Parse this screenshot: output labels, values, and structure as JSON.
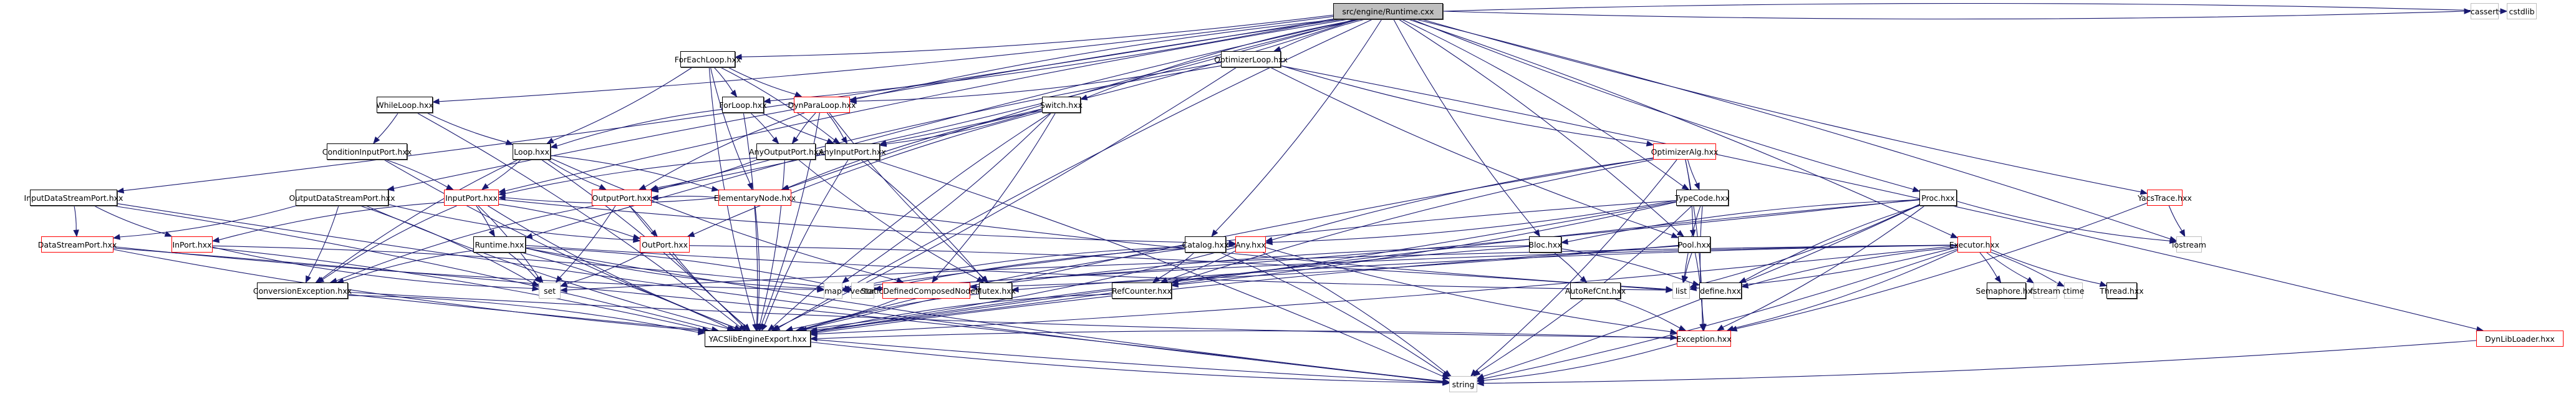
{
  "title": "src/engine/Runtime.cxx",
  "colors": {
    "edge": "#191970",
    "root_fill": "#bfbfbf",
    "red_border": "#ff0000",
    "system_border": "#bfbfbf"
  },
  "nodes": [
    {
      "id": "root",
      "label": "src/engine/Runtime.cxx",
      "kind": "root"
    },
    {
      "id": "ForEachLoop",
      "label": "ForEachLoop.hxx",
      "kind": "normal"
    },
    {
      "id": "OptimizerLoop",
      "label": "OptimizerLoop.hxx",
      "kind": "normal"
    },
    {
      "id": "WhileLoop",
      "label": "WhileLoop.hxx",
      "kind": "normal"
    },
    {
      "id": "ForLoop",
      "label": "ForLoop.hxx",
      "kind": "normal"
    },
    {
      "id": "DynParaLoop",
      "label": "DynParaLoop.hxx",
      "kind": "red"
    },
    {
      "id": "Switch",
      "label": "Switch.hxx",
      "kind": "normal"
    },
    {
      "id": "ConditionInputPort",
      "label": "ConditionInputPort.hxx",
      "kind": "normal"
    },
    {
      "id": "Loop",
      "label": "Loop.hxx",
      "kind": "normal"
    },
    {
      "id": "AnyOutputPort",
      "label": "AnyOutputPort.hxx",
      "kind": "normal"
    },
    {
      "id": "AnyInputPort",
      "label": "AnyInputPort.hxx",
      "kind": "normal"
    },
    {
      "id": "OptimizerAlg",
      "label": "OptimizerAlg.hxx",
      "kind": "red"
    },
    {
      "id": "InputDataStreamPort",
      "label": "InputDataStreamPort.hxx",
      "kind": "normal"
    },
    {
      "id": "OutputDataStreamPort",
      "label": "OutputDataStreamPort.hxx",
      "kind": "normal"
    },
    {
      "id": "InputPort",
      "label": "InputPort.hxx",
      "kind": "red"
    },
    {
      "id": "OutputPort",
      "label": "OutputPort.hxx",
      "kind": "red"
    },
    {
      "id": "ElementaryNode",
      "label": "ElementaryNode.hxx",
      "kind": "red"
    },
    {
      "id": "TypeCode",
      "label": "TypeCode.hxx",
      "kind": "normal"
    },
    {
      "id": "Proc",
      "label": "Proc.hxx",
      "kind": "normal"
    },
    {
      "id": "YacsTrace",
      "label": "YacsTrace.hxx",
      "kind": "red"
    },
    {
      "id": "DataStreamPort",
      "label": "DataStreamPort.hxx",
      "kind": "red"
    },
    {
      "id": "InPort",
      "label": "InPort.hxx",
      "kind": "red"
    },
    {
      "id": "Runtime",
      "label": "Runtime.hxx",
      "kind": "normal"
    },
    {
      "id": "OutPort",
      "label": "OutPort.hxx",
      "kind": "red"
    },
    {
      "id": "Catalog",
      "label": "Catalog.hxx",
      "kind": "normal"
    },
    {
      "id": "Any",
      "label": "Any.hxx",
      "kind": "red"
    },
    {
      "id": "Bloc",
      "label": "Bloc.hxx",
      "kind": "normal"
    },
    {
      "id": "Pool",
      "label": "Pool.hxx",
      "kind": "normal"
    },
    {
      "id": "Executor",
      "label": "Executor.hxx",
      "kind": "red"
    },
    {
      "id": "iostream",
      "label": "iostream",
      "kind": "sys"
    },
    {
      "id": "ConversionException",
      "label": "ConversionException.hxx",
      "kind": "normal"
    },
    {
      "id": "set",
      "label": "set",
      "kind": "sys"
    },
    {
      "id": "map",
      "label": "map",
      "kind": "sys"
    },
    {
      "id": "vector",
      "label": "vector",
      "kind": "sys"
    },
    {
      "id": "StaticDefinedComposedNode",
      "label": "StaticDefinedComposedNode.hxx",
      "kind": "red"
    },
    {
      "id": "Mutex",
      "label": "Mutex.hxx",
      "kind": "normal"
    },
    {
      "id": "RefCounter",
      "label": "RefCounter.hxx",
      "kind": "normal"
    },
    {
      "id": "AutoRefCnt",
      "label": "AutoRefCnt.hxx",
      "kind": "normal"
    },
    {
      "id": "list",
      "label": "list",
      "kind": "sys"
    },
    {
      "id": "define",
      "label": "define.hxx",
      "kind": "normal"
    },
    {
      "id": "Semaphore",
      "label": "Semaphore.hxx",
      "kind": "normal"
    },
    {
      "id": "fstream",
      "label": "fstream",
      "kind": "sys"
    },
    {
      "id": "ctime",
      "label": "ctime",
      "kind": "sys"
    },
    {
      "id": "Thread",
      "label": "Thread.hxx",
      "kind": "normal"
    },
    {
      "id": "YACSlibEngineExport",
      "label": "YACSlibEngineExport.hxx",
      "kind": "normal"
    },
    {
      "id": "Exception",
      "label": "Exception.hxx",
      "kind": "red"
    },
    {
      "id": "DynLibLoader",
      "label": "DynLibLoader.hxx",
      "kind": "red"
    },
    {
      "id": "string",
      "label": "string",
      "kind": "sys"
    },
    {
      "id": "cassert",
      "label": "cassert",
      "kind": "sys"
    },
    {
      "id": "cstdlib",
      "label": "cstdlib",
      "kind": "sys"
    }
  ],
  "edges": [
    [
      "root",
      "ForEachLoop"
    ],
    [
      "root",
      "OptimizerLoop"
    ],
    [
      "root",
      "WhileLoop"
    ],
    [
      "root",
      "Switch"
    ],
    [
      "root",
      "InputDataStreamPort"
    ],
    [
      "root",
      "OutputDataStreamPort"
    ],
    [
      "root",
      "Catalog"
    ],
    [
      "root",
      "Bloc"
    ],
    [
      "root",
      "TypeCode"
    ],
    [
      "root",
      "Proc"
    ],
    [
      "root",
      "Executor"
    ],
    [
      "root",
      "YacsTrace"
    ],
    [
      "root",
      "iostream"
    ],
    [
      "root",
      "cassert"
    ],
    [
      "root",
      "cstdlib"
    ],
    [
      "root",
      "Runtime"
    ],
    [
      "root",
      "ForLoop"
    ],
    [
      "root",
      "DynParaLoop"
    ],
    [
      "root",
      "AnyInputPort"
    ],
    [
      "root",
      "ElementaryNode"
    ],
    [
      "root",
      "Pool"
    ],
    [
      "root",
      "InputPort"
    ],
    [
      "root",
      "OutputPort"
    ],
    [
      "root",
      "YACSlibEngineExport"
    ],
    [
      "ForEachLoop",
      "ForLoop"
    ],
    [
      "ForEachLoop",
      "DynParaLoop"
    ],
    [
      "ForEachLoop",
      "AnyInputPort"
    ],
    [
      "ForEachLoop",
      "YACSlibEngineExport"
    ],
    [
      "ForEachLoop",
      "Loop"
    ],
    [
      "ForEachLoop",
      "ElementaryNode"
    ],
    [
      "OptimizerLoop",
      "DynParaLoop"
    ],
    [
      "OptimizerLoop",
      "OptimizerAlg"
    ],
    [
      "OptimizerLoop",
      "YACSlibEngineExport"
    ],
    [
      "OptimizerLoop",
      "Pool"
    ],
    [
      "OptimizerLoop",
      "DynLibLoader"
    ],
    [
      "OptimizerLoop",
      "OutputPort"
    ],
    [
      "WhileLoop",
      "ConditionInputPort"
    ],
    [
      "WhileLoop",
      "Loop"
    ],
    [
      "WhileLoop",
      "YACSlibEngineExport"
    ],
    [
      "ForLoop",
      "Loop"
    ],
    [
      "ForLoop",
      "AnyOutputPort"
    ],
    [
      "ForLoop",
      "AnyInputPort"
    ],
    [
      "ForLoop",
      "YACSlibEngineExport"
    ],
    [
      "DynParaLoop",
      "AnyOutputPort"
    ],
    [
      "DynParaLoop",
      "AnyInputPort"
    ],
    [
      "DynParaLoop",
      "OutputPort"
    ],
    [
      "DynParaLoop",
      "YACSlibEngineExport"
    ],
    [
      "DynParaLoop",
      "Mutex"
    ],
    [
      "Switch",
      "AnyInputPort"
    ],
    [
      "Switch",
      "ElementaryNode"
    ],
    [
      "Switch",
      "StaticDefinedComposedNode"
    ],
    [
      "Switch",
      "YACSlibEngineExport"
    ],
    [
      "Switch",
      "map"
    ],
    [
      "Switch",
      "OutPort"
    ],
    [
      "ConditionInputPort",
      "InputPort"
    ],
    [
      "ConditionInputPort",
      "YACSlibEngineExport"
    ],
    [
      "Loop",
      "InputPort"
    ],
    [
      "Loop",
      "OutputPort"
    ],
    [
      "Loop",
      "ElementaryNode"
    ],
    [
      "Loop",
      "StaticDefinedComposedNode"
    ],
    [
      "Loop",
      "YACSlibEngineExport"
    ],
    [
      "Loop",
      "ConversionException"
    ],
    [
      "AnyOutputPort",
      "OutputPort"
    ],
    [
      "AnyOutputPort",
      "Mutex"
    ],
    [
      "AnyOutputPort",
      "YACSlibEngineExport"
    ],
    [
      "AnyInputPort",
      "InputPort"
    ],
    [
      "AnyInputPort",
      "Mutex"
    ],
    [
      "AnyInputPort",
      "YACSlibEngineExport"
    ],
    [
      "AnyInputPort",
      "string"
    ],
    [
      "OptimizerAlg",
      "TypeCode"
    ],
    [
      "OptimizerAlg",
      "Pool"
    ],
    [
      "OptimizerAlg",
      "RefCounter"
    ],
    [
      "OptimizerAlg",
      "Exception"
    ],
    [
      "OptimizerAlg",
      "YACSlibEngineExport"
    ],
    [
      "OptimizerAlg",
      "string"
    ],
    [
      "OptimizerAlg",
      "Any"
    ],
    [
      "InputDataStreamPort",
      "DataStreamPort"
    ],
    [
      "InputDataStreamPort",
      "InPort"
    ],
    [
      "InputDataStreamPort",
      "YACSlibEngineExport"
    ],
    [
      "InputDataStreamPort",
      "string"
    ],
    [
      "OutputDataStreamPort",
      "DataStreamPort"
    ],
    [
      "OutputDataStreamPort",
      "OutPort"
    ],
    [
      "OutputDataStreamPort",
      "ConversionException"
    ],
    [
      "OutputDataStreamPort",
      "YACSlibEngineExport"
    ],
    [
      "OutputDataStreamPort",
      "set"
    ],
    [
      "InputPort",
      "InPort"
    ],
    [
      "InputPort",
      "Runtime"
    ],
    [
      "InputPort",
      "ConversionException"
    ],
    [
      "InputPort",
      "set"
    ],
    [
      "InputPort",
      "YACSlibEngineExport"
    ],
    [
      "InputPort",
      "OutPort"
    ],
    [
      "InputPort",
      "Any"
    ],
    [
      "OutputPort",
      "OutPort"
    ],
    [
      "OutputPort",
      "ConversionException"
    ],
    [
      "OutputPort",
      "set"
    ],
    [
      "OutputPort",
      "YACSlibEngineExport"
    ],
    [
      "ElementaryNode",
      "YACSlibEngineExport"
    ],
    [
      "ElementaryNode",
      "list"
    ],
    [
      "ElementaryNode",
      "InputPort"
    ],
    [
      "ElementaryNode",
      "OutputPort"
    ],
    [
      "TypeCode",
      "RefCounter"
    ],
    [
      "TypeCode",
      "Exception"
    ],
    [
      "TypeCode",
      "YACSlibEngineExport"
    ],
    [
      "TypeCode",
      "list"
    ],
    [
      "TypeCode",
      "string"
    ],
    [
      "TypeCode",
      "map"
    ],
    [
      "TypeCode",
      "Any"
    ],
    [
      "Proc",
      "Bloc"
    ],
    [
      "Proc",
      "list"
    ],
    [
      "Proc",
      "define"
    ],
    [
      "Proc",
      "map"
    ],
    [
      "Proc",
      "YACSlibEngineExport"
    ],
    [
      "Proc",
      "string"
    ],
    [
      "Proc",
      "iostream"
    ],
    [
      "Proc",
      "Exception"
    ],
    [
      "YacsTrace",
      "iostream"
    ],
    [
      "YacsTrace",
      "Exception"
    ],
    [
      "DataStreamPort",
      "YACSlibEngineExport"
    ],
    [
      "DataStreamPort",
      "string"
    ],
    [
      "DataStreamPort",
      "map"
    ],
    [
      "InPort",
      "YACSlibEngineExport"
    ],
    [
      "InPort",
      "set"
    ],
    [
      "InPort",
      "vector"
    ],
    [
      "Runtime",
      "ConversionException"
    ],
    [
      "Runtime",
      "set"
    ],
    [
      "Runtime",
      "map"
    ],
    [
      "Runtime",
      "vector"
    ],
    [
      "Runtime",
      "string"
    ],
    [
      "Runtime",
      "YACSlibEngineExport"
    ],
    [
      "Runtime",
      "list"
    ],
    [
      "OutPort",
      "set"
    ],
    [
      "OutPort",
      "YACSlibEngineExport"
    ],
    [
      "OutPort",
      "list"
    ],
    [
      "Catalog",
      "map"
    ],
    [
      "Catalog",
      "RefCounter"
    ],
    [
      "Catalog",
      "YACSlibEngineExport"
    ],
    [
      "Catalog",
      "string"
    ],
    [
      "Catalog",
      "Any"
    ],
    [
      "Any",
      "RefCounter"
    ],
    [
      "Any",
      "Exception"
    ],
    [
      "Any",
      "YACSlibEngineExport"
    ],
    [
      "Any",
      "vector"
    ],
    [
      "Any",
      "string"
    ],
    [
      "Bloc",
      "StaticDefinedComposedNode"
    ],
    [
      "Bloc",
      "AutoRefCnt"
    ],
    [
      "Bloc",
      "YACSlibEngineExport"
    ],
    [
      "Bloc",
      "define"
    ],
    [
      "Pool",
      "list"
    ],
    [
      "Pool",
      "Exception"
    ],
    [
      "Pool",
      "YACSlibEngineExport"
    ],
    [
      "Pool",
      "map"
    ],
    [
      "Executor",
      "Mutex"
    ],
    [
      "Executor",
      "Semaphore"
    ],
    [
      "Executor",
      "fstream"
    ],
    [
      "Executor",
      "ctime"
    ],
    [
      "Executor",
      "Thread"
    ],
    [
      "Executor",
      "Exception"
    ],
    [
      "Executor",
      "define"
    ],
    [
      "Executor",
      "list"
    ],
    [
      "Executor",
      "set"
    ],
    [
      "Executor",
      "string"
    ],
    [
      "Executor",
      "map"
    ],
    [
      "Executor",
      "YACSlibEngineExport"
    ],
    [
      "ConversionException",
      "Exception"
    ],
    [
      "ConversionException",
      "YACSlibEngineExport"
    ],
    [
      "ConversionException",
      "string"
    ],
    [
      "StaticDefinedComposedNode",
      "YACSlibEngineExport"
    ],
    [
      "RefCounter",
      "YACSlibEngineExport"
    ],
    [
      "AutoRefCnt",
      "Exception"
    ],
    [
      "Mutex",
      "YACSlibEngineExport"
    ],
    [
      "Exception",
      "string"
    ],
    [
      "Exception",
      "YACSlibEngineExport"
    ],
    [
      "DynLibLoader",
      "string"
    ],
    [
      "YACSlibEngineExport",
      "string"
    ]
  ]
}
